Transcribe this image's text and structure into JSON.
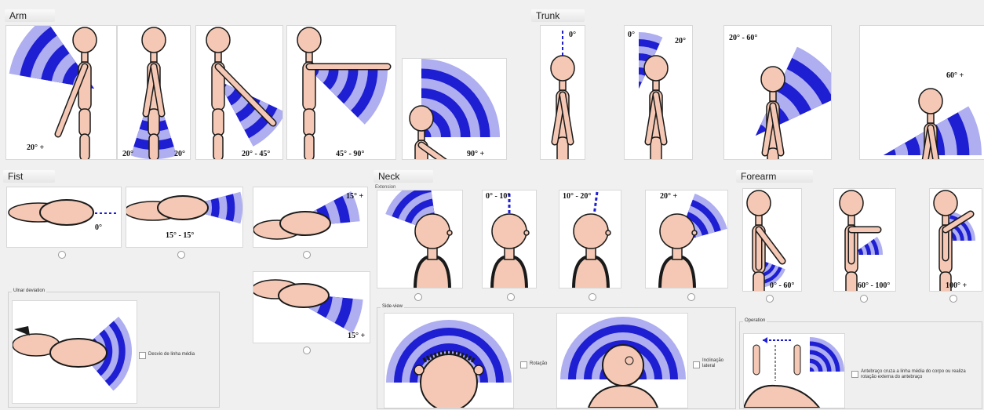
{
  "sections": {
    "arm": "Arm",
    "trunk": "Trunk",
    "fist": "Fist",
    "neck": "Neck",
    "forearm": "Forearm"
  },
  "arm_labels": [
    "20° +",
    "20°",
    "20°",
    "20° - 45°",
    "45° - 90°",
    "90° +"
  ],
  "trunk_labels": [
    "0°",
    "0°",
    "20°",
    "20° - 60°",
    "60° +"
  ],
  "fist_labels": [
    "0°",
    "15° - 15°",
    "15° +",
    "15° +"
  ],
  "neck": {
    "extension_label": "Extension",
    "labels": [
      "0° - 10°",
      "10° - 20°",
      "20° +"
    ],
    "side_group": "Side-view",
    "rotation_option": "Rotação",
    "lateral_option": "Inclinação lateral"
  },
  "fist_group": {
    "title": "Ulnar deviation",
    "option": "Desvio de linha média"
  },
  "forearm": {
    "labels": [
      "0° - 60°",
      "60° - 100°",
      "100° +"
    ],
    "group_title": "Operation",
    "option": "Antebraço cruza a linha média do corpo ou realiza rotação externa do antebraço"
  },
  "colors": {
    "arc_dark": "#1e1ed2",
    "arc_light": "#aeaef0",
    "skin": "#f4c8b4",
    "outline": "#1a1a1a"
  }
}
